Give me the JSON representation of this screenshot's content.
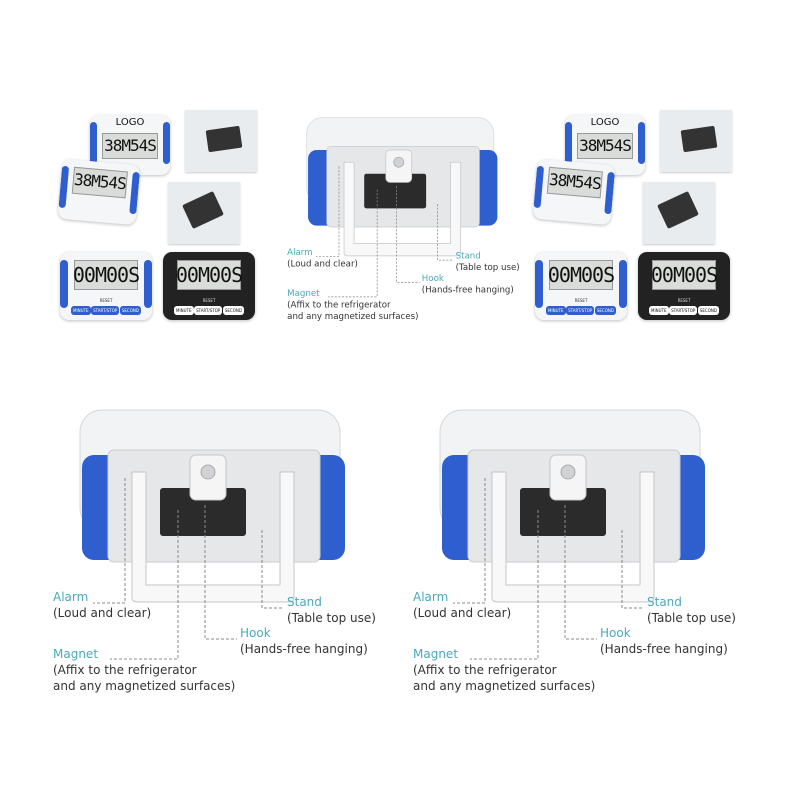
{
  "collage": {
    "logo": "LOGO",
    "digits_set": "38M54S",
    "digits_blank": "00M00S",
    "reset": "RESET",
    "buttons": [
      "MINUTE",
      "START/STOP",
      "SECOND"
    ]
  },
  "diagram": {
    "alarm": "Alarm",
    "alarm_desc": "(Loud and clear)",
    "stand": "Stand",
    "stand_desc": "(Table top use)",
    "hook": "Hook",
    "hook_desc": "(Hands-free hanging)",
    "magnet": "Magnet",
    "magnet_desc1": "(Affix to the refrigerator",
    "magnet_desc2": "and any magnetized surfaces)"
  },
  "colors": {
    "blue": "#2f5fcf",
    "teal": "#4aa9b8"
  }
}
